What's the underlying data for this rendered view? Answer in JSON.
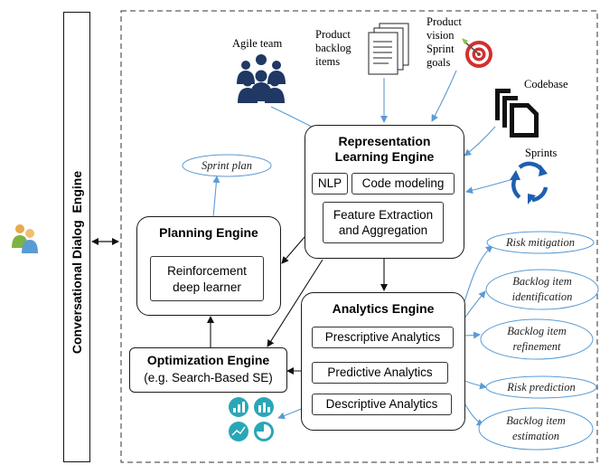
{
  "dialog_engine": {
    "label": "Conversational Dialog  Engine"
  },
  "inputs": {
    "agile_team": "Agile team",
    "product_backlog": [
      "Product",
      "backlog",
      "items"
    ],
    "product_vision": [
      "Product",
      "vision",
      "Sprint",
      "goals"
    ],
    "codebase": "Codebase",
    "sprints": "Sprints"
  },
  "representation": {
    "title": [
      "Representation",
      "Learning Engine"
    ],
    "nlp": "NLP",
    "code_modeling": "Code modeling",
    "feature": [
      "Feature Extraction",
      "and Aggregation"
    ]
  },
  "planning": {
    "title": "Planning Engine",
    "rl": [
      "Reinforcement",
      "deep learner"
    ]
  },
  "sprint_plan": "Sprint plan",
  "optimization": {
    "title": "Optimization Engine",
    "subtitle": "(e.g. Search-Based SE)"
  },
  "analytics": {
    "title": "Analytics Engine",
    "prescriptive": "Prescriptive Analytics",
    "predictive": "Predictive Analytics",
    "descriptive": "Descriptive Analytics"
  },
  "outputs": {
    "risk_mitigation": "Risk mitigation",
    "backlog_identification": [
      "Backlog item",
      "identification"
    ],
    "backlog_refinement": [
      "Backlog item",
      "refinement"
    ],
    "risk_prediction": "Risk prediction",
    "backlog_estimation": [
      "Backlog item",
      "estimation"
    ]
  },
  "colors": {
    "arrow_blue": "#5b9bd5",
    "icon_navy": "#1f3864",
    "icon_teal": "#2aa7b7",
    "sprint_blue": "#1f5fb0"
  }
}
